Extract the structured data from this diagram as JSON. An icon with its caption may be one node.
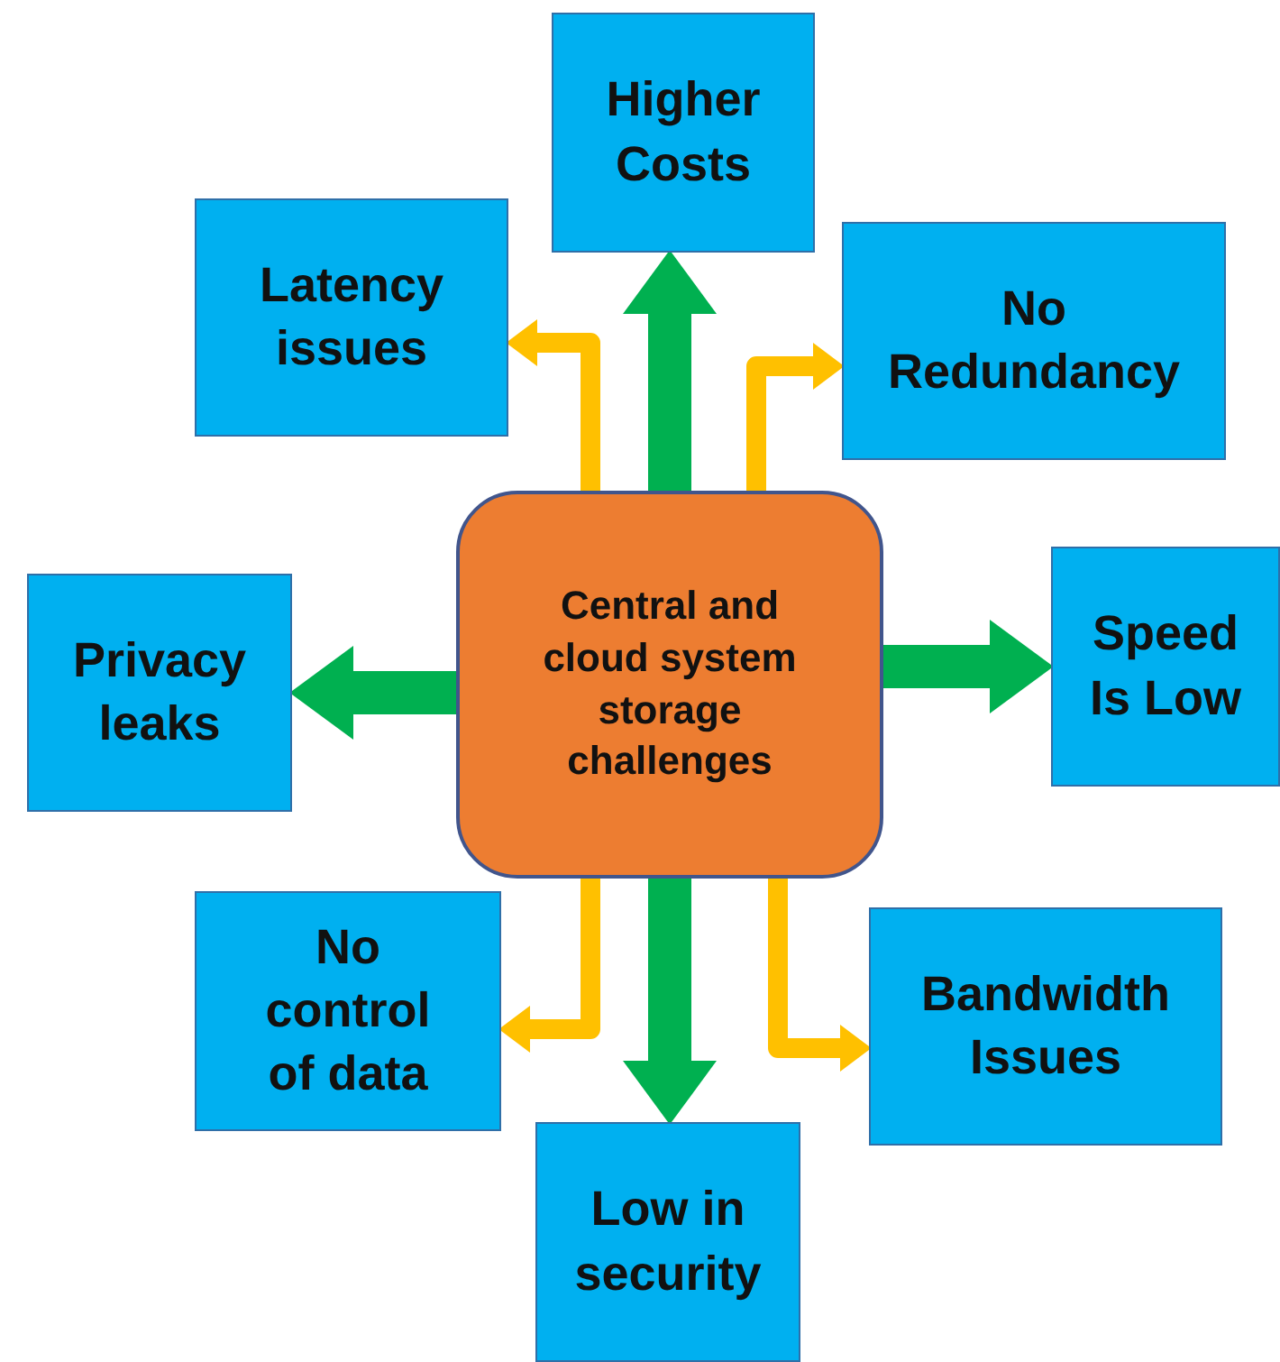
{
  "diagram": {
    "nodes": [
      {
        "text": [
          "Central and cloud system storage challenges"
        ]
      },
      {
        "text": [
          "Higher Costs"
        ]
      },
      {
        "text": [
          "Latency issues"
        ]
      },
      {
        "text": [
          "No Redundancy"
        ]
      },
      {
        "text": [
          "Privacy leaks"
        ]
      },
      {
        "text": [
          "Speed Is Low"
        ]
      },
      {
        "text": [
          "No control of data"
        ]
      },
      {
        "text": [
          "Bandwidth Issues"
        ]
      },
      {
        "text": [
          "Low in security"
        ]
      }
    ],
    "edges": [
      {
        "from": 0,
        "to": 1,
        "arrow": "to",
        "style": "thick",
        "color": "#00b050"
      },
      {
        "from": 0,
        "to": 2,
        "arrow": "to",
        "color": "#ffc000"
      },
      {
        "from": 0,
        "to": 3,
        "arrow": "to",
        "color": "#ffc000"
      },
      {
        "from": 0,
        "to": 4,
        "arrow": "to",
        "style": "thick",
        "color": "#00b050"
      },
      {
        "from": 0,
        "to": 5,
        "arrow": "to",
        "style": "thick",
        "color": "#00b050"
      },
      {
        "from": 0,
        "to": 6,
        "arrow": "to",
        "color": "#ffc000"
      },
      {
        "from": 0,
        "to": 7,
        "arrow": "to",
        "color": "#ffc000"
      },
      {
        "from": 0,
        "to": 8,
        "arrow": "to",
        "style": "thick",
        "color": "#00b050"
      }
    ]
  }
}
